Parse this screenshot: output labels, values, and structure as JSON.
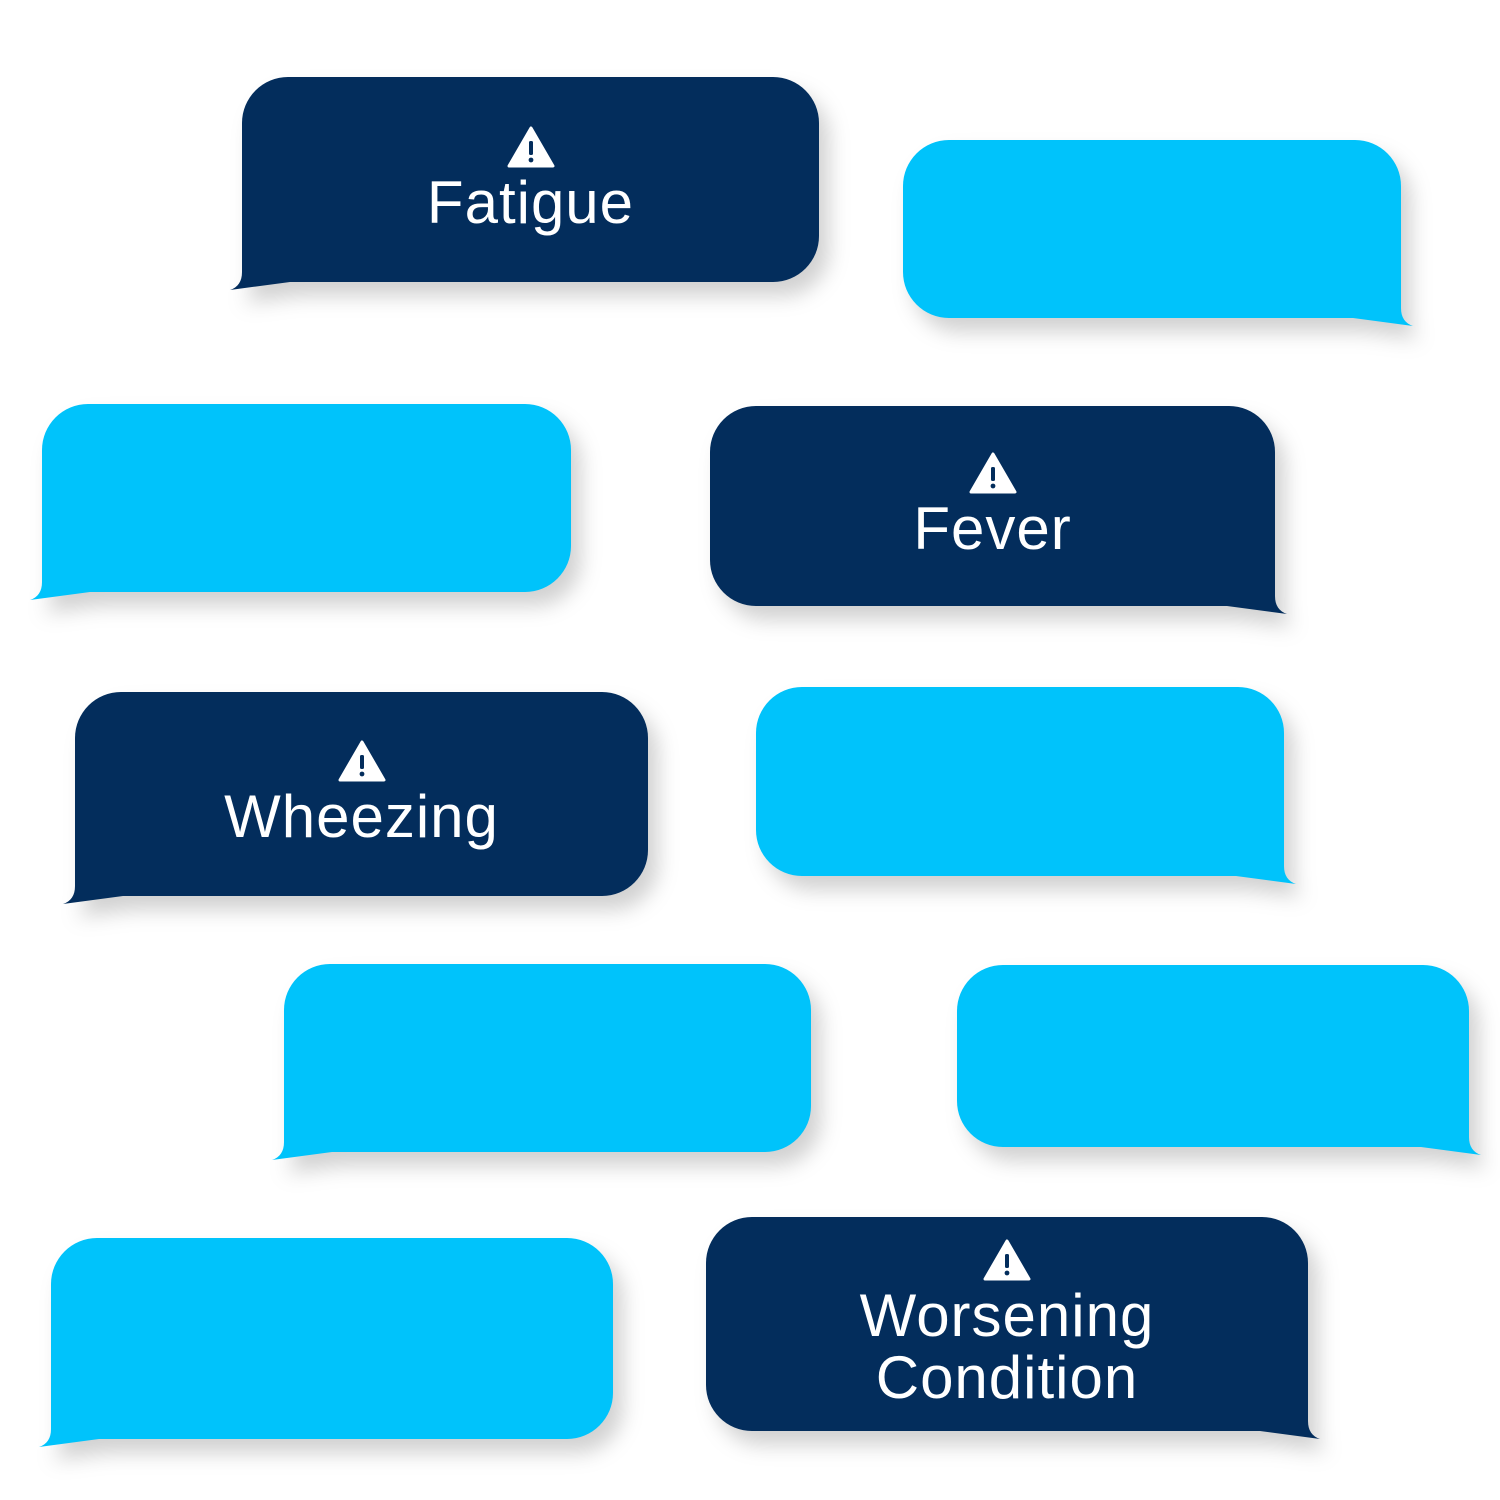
{
  "colors": {
    "alert_bubble": "#032d5c",
    "blank_bubble": "#00c3fb",
    "text": "#ffffff",
    "background": "#ffffff"
  },
  "icon": "warning-triangle-icon",
  "bubbles": {
    "fatigue": {
      "label": "Fatigue",
      "style": "dark"
    },
    "fever": {
      "label": "Fever",
      "style": "dark"
    },
    "wheezing": {
      "label": "Wheezing",
      "style": "dark"
    },
    "worsening_condition": {
      "label_line1": "Worsening",
      "label_line2": "Condition",
      "style": "dark"
    },
    "blank_count": 6
  }
}
